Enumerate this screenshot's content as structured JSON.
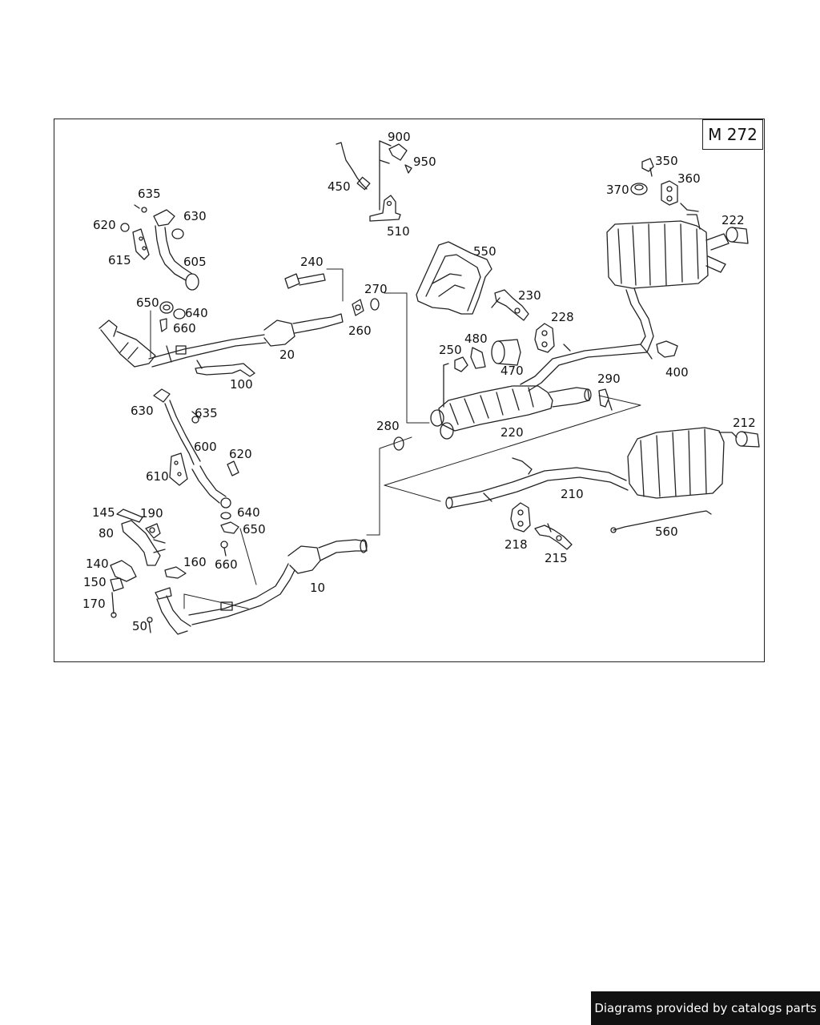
{
  "model_label": "M 272",
  "footer_text": "Diagrams provided by catalogs parts",
  "callouts": [
    {
      "id": "c900",
      "label": "900"
    },
    {
      "id": "c950",
      "label": "950"
    },
    {
      "id": "c450",
      "label": "450"
    },
    {
      "id": "c510",
      "label": "510"
    },
    {
      "id": "c350",
      "label": "350"
    },
    {
      "id": "c360",
      "label": "360"
    },
    {
      "id": "c370",
      "label": "370"
    },
    {
      "id": "c222",
      "label": "222"
    },
    {
      "id": "c635a",
      "label": "635"
    },
    {
      "id": "c630a",
      "label": "630"
    },
    {
      "id": "c620a",
      "label": "620"
    },
    {
      "id": "c615",
      "label": "615"
    },
    {
      "id": "c605",
      "label": "605"
    },
    {
      "id": "c240",
      "label": "240"
    },
    {
      "id": "c550",
      "label": "550"
    },
    {
      "id": "c270",
      "label": "270"
    },
    {
      "id": "c230",
      "label": "230"
    },
    {
      "id": "c650a",
      "label": "650"
    },
    {
      "id": "c640a",
      "label": "640"
    },
    {
      "id": "c660a",
      "label": "660"
    },
    {
      "id": "c260",
      "label": "260"
    },
    {
      "id": "c228",
      "label": "228"
    },
    {
      "id": "c20",
      "label": "20"
    },
    {
      "id": "c480",
      "label": "480"
    },
    {
      "id": "c250",
      "label": "250"
    },
    {
      "id": "c470",
      "label": "470"
    },
    {
      "id": "c400",
      "label": "400"
    },
    {
      "id": "c100",
      "label": "100"
    },
    {
      "id": "c290",
      "label": "290"
    },
    {
      "id": "c630b",
      "label": "630"
    },
    {
      "id": "c635b",
      "label": "635"
    },
    {
      "id": "c220",
      "label": "220"
    },
    {
      "id": "c212",
      "label": "212"
    },
    {
      "id": "c280",
      "label": "280"
    },
    {
      "id": "c600",
      "label": "600"
    },
    {
      "id": "c620b",
      "label": "620"
    },
    {
      "id": "c610",
      "label": "610"
    },
    {
      "id": "c210",
      "label": "210"
    },
    {
      "id": "c145",
      "label": "145"
    },
    {
      "id": "c190",
      "label": "190"
    },
    {
      "id": "c640b",
      "label": "640"
    },
    {
      "id": "c80",
      "label": "80"
    },
    {
      "id": "c650b",
      "label": "650"
    },
    {
      "id": "c560",
      "label": "560"
    },
    {
      "id": "c218",
      "label": "218"
    },
    {
      "id": "c140",
      "label": "140"
    },
    {
      "id": "c160",
      "label": "160"
    },
    {
      "id": "c660b",
      "label": "660"
    },
    {
      "id": "c215",
      "label": "215"
    },
    {
      "id": "c150",
      "label": "150"
    },
    {
      "id": "c10",
      "label": "10"
    },
    {
      "id": "c170",
      "label": "170"
    },
    {
      "id": "c50",
      "label": "50"
    }
  ]
}
